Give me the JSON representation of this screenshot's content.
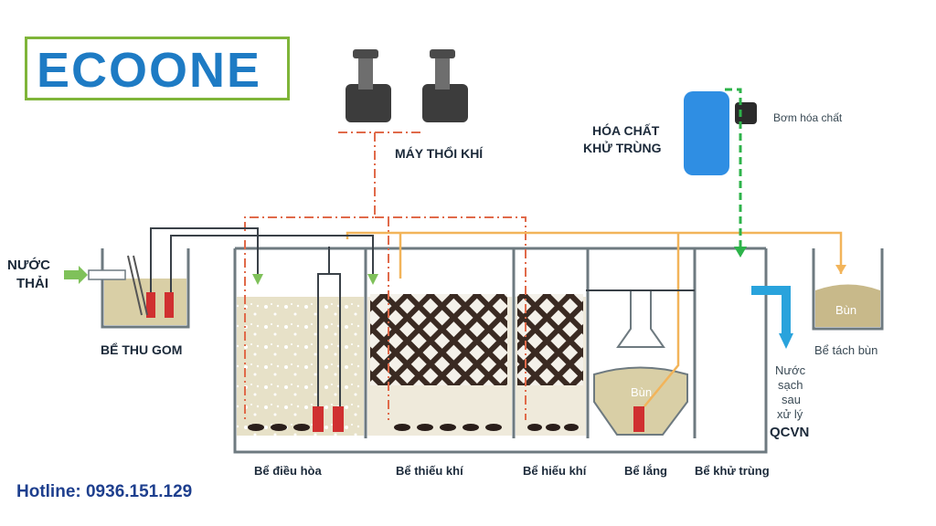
{
  "logo": {
    "text": "ECOONE",
    "colors": {
      "blue": "#1e7bc4",
      "green": "#7fb539"
    }
  },
  "labels": {
    "inlet": [
      "NƯỚC",
      "THẢI"
    ],
    "collection": "BỂ THU GOM",
    "blower": "MÁY THỔI KHÍ",
    "chemical": [
      "HÓA CHẤT",
      "KHỬ TRÙNG"
    ],
    "chem_pump": "Bơm hóa chất",
    "sludge_tank": "Bể tách bùn",
    "sludge": "Bùn",
    "outlet": [
      "Nước",
      "sạch",
      "sau",
      "xử lý"
    ],
    "standard": "QCVN",
    "tanks": [
      "Bể điều hòa",
      "Bể thiếu khí",
      "Bể hiếu khí",
      "Bể lắng",
      "Bể khử trùng"
    ]
  },
  "hotline": "Hotline: 0936.151.129",
  "colors": {
    "air_line": "#e06a4a",
    "water_line": "#f2b45a",
    "chem_line": "#2db34a",
    "tank_wall": "#6e7a80",
    "sludge": "#d9cfa6",
    "media": "#3a2a22",
    "pipe_blue": "#29a3dc",
    "pump_red": "#d03030"
  }
}
